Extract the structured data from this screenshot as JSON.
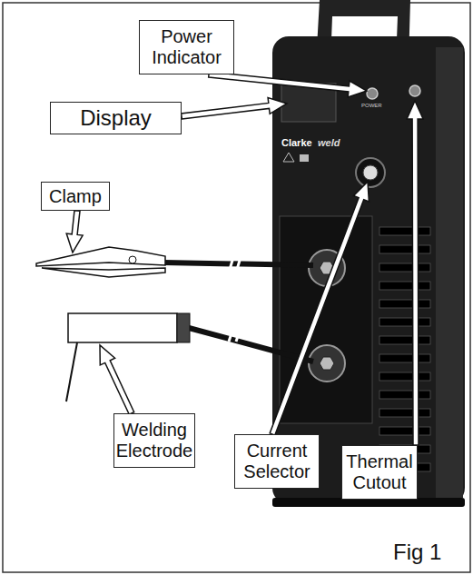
{
  "diagram": {
    "caption": "Fig 1",
    "nodes": [
      {
        "text": [
          "Power Indicator"
        ]
      },
      {
        "text": [
          "Display"
        ]
      },
      {
        "text": [
          "Clamp"
        ]
      },
      {
        "text": [
          "Welding Electrode"
        ]
      },
      {
        "text": [
          "Current Selector"
        ]
      },
      {
        "text": [
          "Thermal Cutout"
        ]
      }
    ],
    "labels": [
      "Clarke",
      "weld",
      "POWER"
    ]
  }
}
